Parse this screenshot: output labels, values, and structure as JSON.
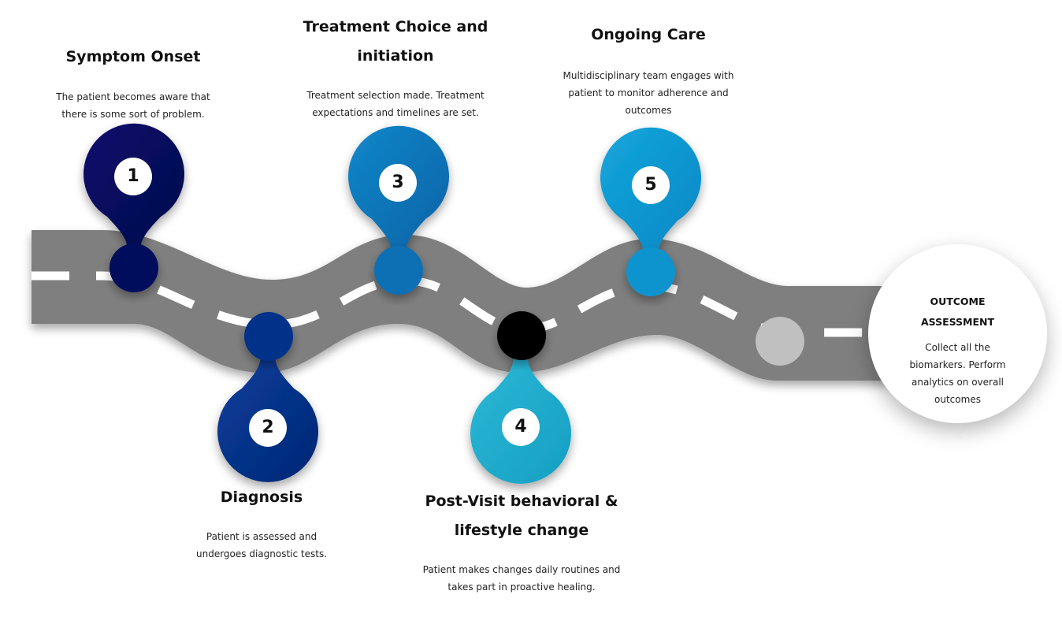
{
  "steps": [
    {
      "number": "1",
      "title": "Symptom Onset",
      "description": "The patient becomes aware that there is some sort of problem.",
      "color": "#050a5c"
    },
    {
      "number": "2",
      "title": "Diagnosis",
      "description": "Patient is assessed and undergoes diagnostic tests.",
      "color": "#04318a"
    },
    {
      "number": "3",
      "title": "Treatment Choice and initiation",
      "description": "Treatment selection made. Treatment expectations and timelines are set.",
      "color": "#0a70b5"
    },
    {
      "number": "4",
      "title": "Post-Visit behavioral & lifestyle change",
      "description": "Patient makes changes daily routines and takes part in proactive healing.",
      "color": "#1ea9cb"
    },
    {
      "number": "5",
      "title": "Ongoing Care",
      "description": "Multidisciplinary team engages with patient to monitor adherence and outcomes",
      "color": "#0894cf"
    }
  ],
  "outcome": {
    "title": "OUTCOME ASSESSMENT",
    "description": "Collect all the biomarkers. Perform analytics on overall outcomes"
  },
  "colors": {
    "road": "#7f7f7f",
    "lane_marking": "#ffffff",
    "dot_black": "#000000",
    "dot_gray": "#c0c0c0"
  }
}
